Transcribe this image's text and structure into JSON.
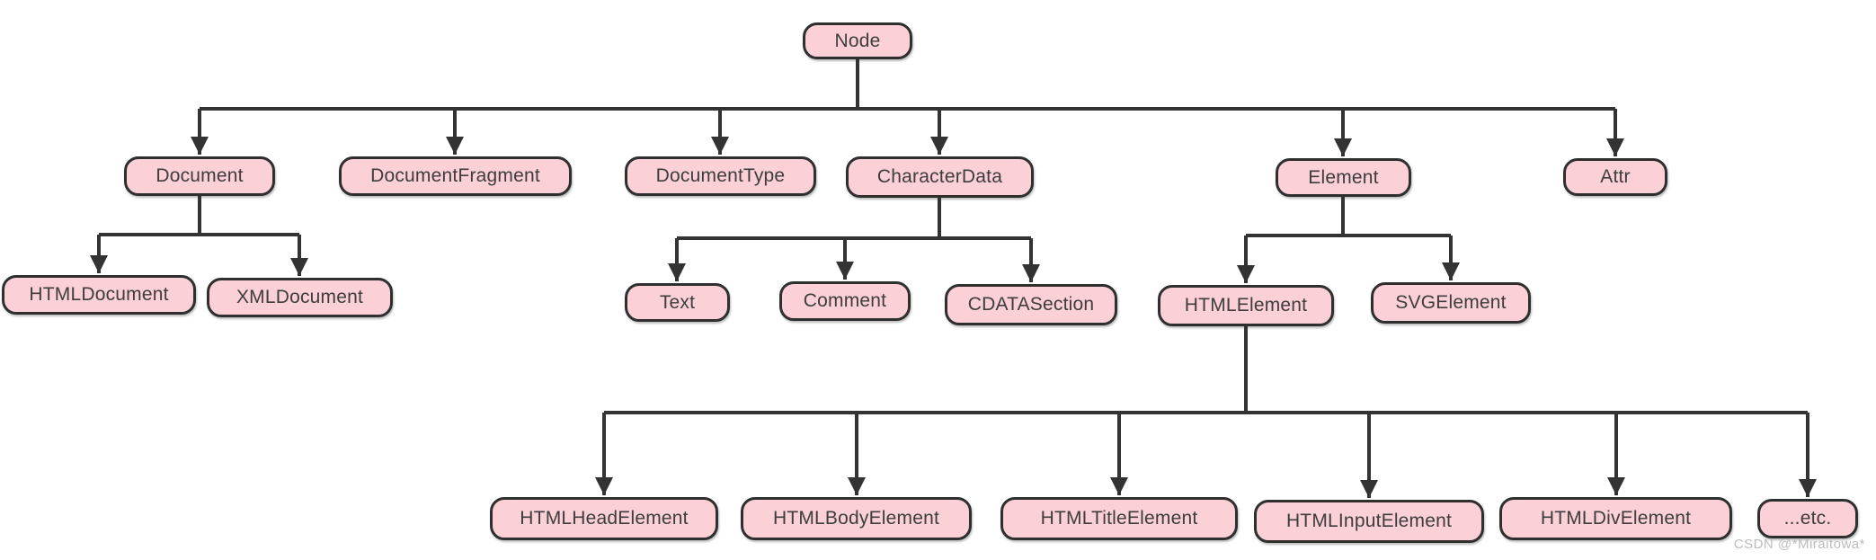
{
  "diagram": {
    "type": "tree",
    "description": "DOM node type inheritance hierarchy",
    "nodes": {
      "node": "Node",
      "document": "Document",
      "document_fragment": "DocumentFragment",
      "document_type": "DocumentType",
      "character_data": "CharacterData",
      "element": "Element",
      "attr": "Attr",
      "html_document": "HTMLDocument",
      "xml_document": "XMLDocument",
      "text": "Text",
      "comment": "Comment",
      "cdata_section": "CDATASection",
      "html_element": "HTMLElement",
      "svg_element": "SVGElement",
      "html_head_element": "HTMLHeadElement",
      "html_body_element": "HTMLBodyElement",
      "html_title_element": "HTMLTitleElement",
      "html_input_element": "HTMLInputElement",
      "html_div_element": "HTMLDivElement",
      "etc": "...etc."
    },
    "hierarchy": {
      "Node": [
        "Document",
        "DocumentFragment",
        "DocumentType",
        "CharacterData",
        "Element",
        "Attr"
      ],
      "Document": [
        "HTMLDocument",
        "XMLDocument"
      ],
      "CharacterData": [
        "Text",
        "Comment",
        "CDATASection"
      ],
      "Element": [
        "HTMLElement",
        "SVGElement"
      ],
      "HTMLElement": [
        "HTMLHeadElement",
        "HTMLBodyElement",
        "HTMLTitleElement",
        "HTMLInputElement",
        "HTMLDivElement",
        "...etc."
      ]
    },
    "colors": {
      "node_fill": "#fbd0d6",
      "node_border": "#2f2f2f",
      "connector": "#333333",
      "label_text": "#3d3d3d",
      "watermark_text": "#bcbcbc"
    }
  },
  "watermark": {
    "text": "CSDN @*Miraitowa*"
  }
}
